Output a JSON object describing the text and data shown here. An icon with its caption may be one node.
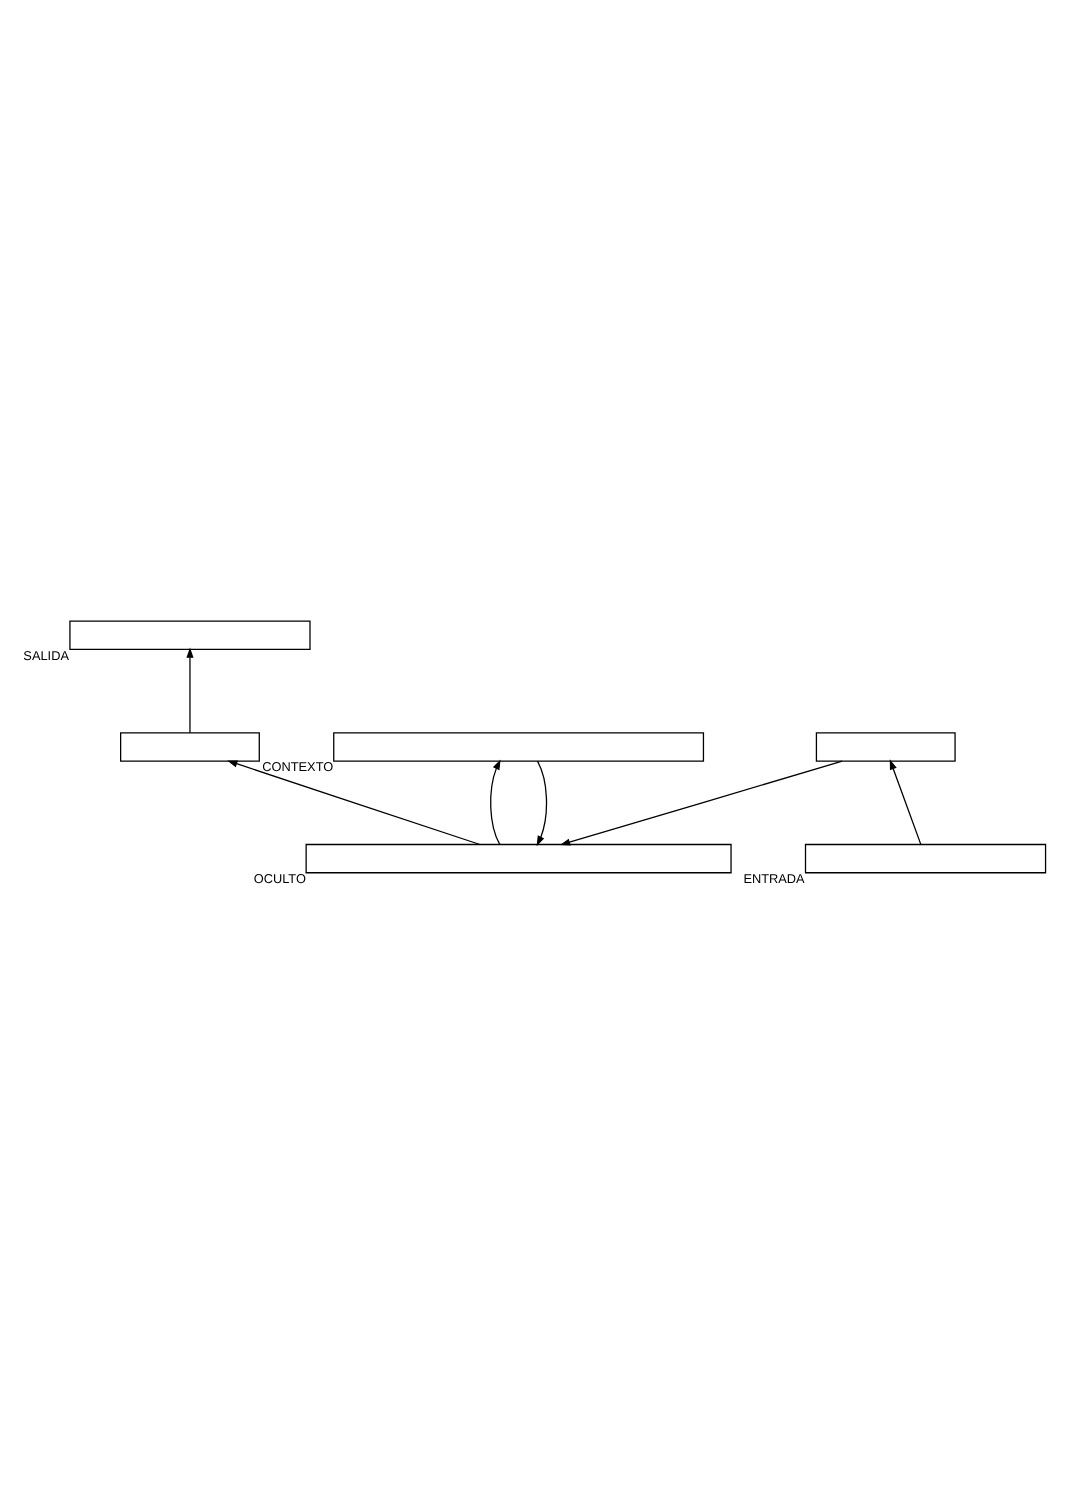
{
  "diagram": {
    "nodes": [
      {
        "text": [],
        "shape": "box",
        "beside": [
          "SALIDA"
        ]
      },
      {
        "text": [],
        "shape": "box"
      },
      {
        "text": [],
        "shape": "box",
        "beside": [
          "OCULTO"
        ]
      },
      {
        "text": [],
        "shape": "box"
      },
      {
        "text": [],
        "shape": "box",
        "beside": [
          "CONTEXTO"
        ]
      },
      {
        "text": [],
        "shape": "box",
        "beside": [
          "ENTRADA"
        ]
      }
    ],
    "edges": [
      {
        "from": 1,
        "to": 0,
        "arrow": "to"
      },
      {
        "from": 2,
        "to": 1,
        "arrow": "to"
      },
      {
        "from": 3,
        "to": 2,
        "arrow": "to"
      },
      {
        "from": 4,
        "to": 2,
        "arrow": "to"
      },
      {
        "from": 2,
        "to": 4,
        "arrow": "to"
      },
      {
        "from": 5,
        "to": 3,
        "arrow": "to"
      }
    ]
  }
}
